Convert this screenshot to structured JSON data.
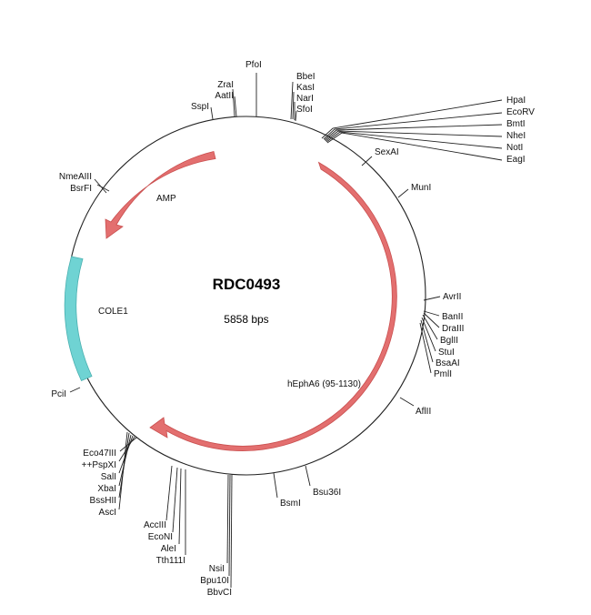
{
  "plasmid": {
    "name": "RDC0493",
    "size_label": "5858 bps"
  },
  "features": [
    {
      "id": "feature-hepha6",
      "label": "hEphA6 (95-1130)",
      "type": "arrow",
      "color": "#e36f6f"
    },
    {
      "id": "feature-amp",
      "label": "AMP",
      "type": "arrow",
      "color": "#e36f6f"
    },
    {
      "id": "feature-cole1",
      "label": "COLE1",
      "type": "block",
      "color": "#6fd3d3"
    }
  ],
  "sites": [
    {
      "name": "PfoI"
    },
    {
      "name": "BbeI"
    },
    {
      "name": "KasI"
    },
    {
      "name": "NarI"
    },
    {
      "name": "SfoI"
    },
    {
      "name": "ZraI"
    },
    {
      "name": "AatII"
    },
    {
      "name": "SspI"
    },
    {
      "name": "HpaI"
    },
    {
      "name": "EcoRV"
    },
    {
      "name": "BmtI"
    },
    {
      "name": "NheI"
    },
    {
      "name": "NotI"
    },
    {
      "name": "EagI"
    },
    {
      "name": "SexAI"
    },
    {
      "name": "MunI"
    },
    {
      "name": "AvrII"
    },
    {
      "name": "BanII"
    },
    {
      "name": "DraIII"
    },
    {
      "name": "BglII"
    },
    {
      "name": "StuI"
    },
    {
      "name": "BsaAI"
    },
    {
      "name": "PmlI"
    },
    {
      "name": "AflII"
    },
    {
      "name": "Bsu36I"
    },
    {
      "name": "BsmI"
    },
    {
      "name": "NsiI"
    },
    {
      "name": "Bpu10I"
    },
    {
      "name": "BbvCI"
    },
    {
      "name": "AccIII"
    },
    {
      "name": "EcoNI"
    },
    {
      "name": "AleI"
    },
    {
      "name": "Tth111I"
    },
    {
      "name": "Eco47III"
    },
    {
      "name": "++PspXI"
    },
    {
      "name": "SalI"
    },
    {
      "name": "XbaI"
    },
    {
      "name": "BssHII"
    },
    {
      "name": "AscI"
    },
    {
      "name": "PciI"
    },
    {
      "name": "NmeAIII"
    },
    {
      "name": "BsrFI"
    }
  ]
}
